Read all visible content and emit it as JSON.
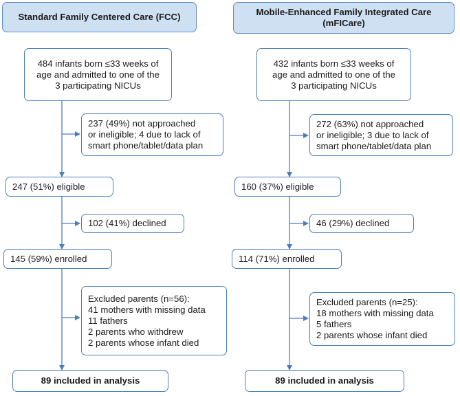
{
  "fcc": {
    "header": "Standard Family Centered Care (FCC)",
    "born": [
      "484 infants born ≤33 weeks of",
      "age and admitted to one of the",
      "3 participating NICUs"
    ],
    "not_approached": [
      "237 (49%) not approached",
      "or ineligible; 4 due to lack of",
      "smart phone/tablet/data plan"
    ],
    "eligible": "247 (51%) eligible",
    "declined": "102 (41%) declined",
    "enrolled": "145 (59%) enrolled",
    "excluded": [
      "Excluded parents (n=56):",
      "41 mothers with missing data",
      "11 fathers",
      "2 parents who withdrew",
      "2 parents whose infant died"
    ],
    "analysis": "89 included in analysis"
  },
  "mficare": {
    "header": [
      "Mobile-Enhanced Family Integrated Care",
      "(mFICare)"
    ],
    "born": [
      "432 infants born ≤33 weeks of",
      "age and admitted to one of the",
      "3 participating NICUs"
    ],
    "not_approached": [
      "272 (63%) not approached",
      "or ineligible; 3 due to lack of",
      "smart phone/tablet/data plan"
    ],
    "eligible": "160 (37%) eligible",
    "declined": "46 (29%) declined",
    "enrolled": "114 (71%) enrolled",
    "excluded": [
      "Excluded parents (n=25):",
      "18 mothers with missing data",
      "5 fathers",
      "2 parents whose infant died"
    ],
    "analysis": "89 included in analysis"
  },
  "colors": {
    "border": "#4a7ebb",
    "header_fill": "#cfe0f3",
    "arrow": "#4a7ebb"
  }
}
